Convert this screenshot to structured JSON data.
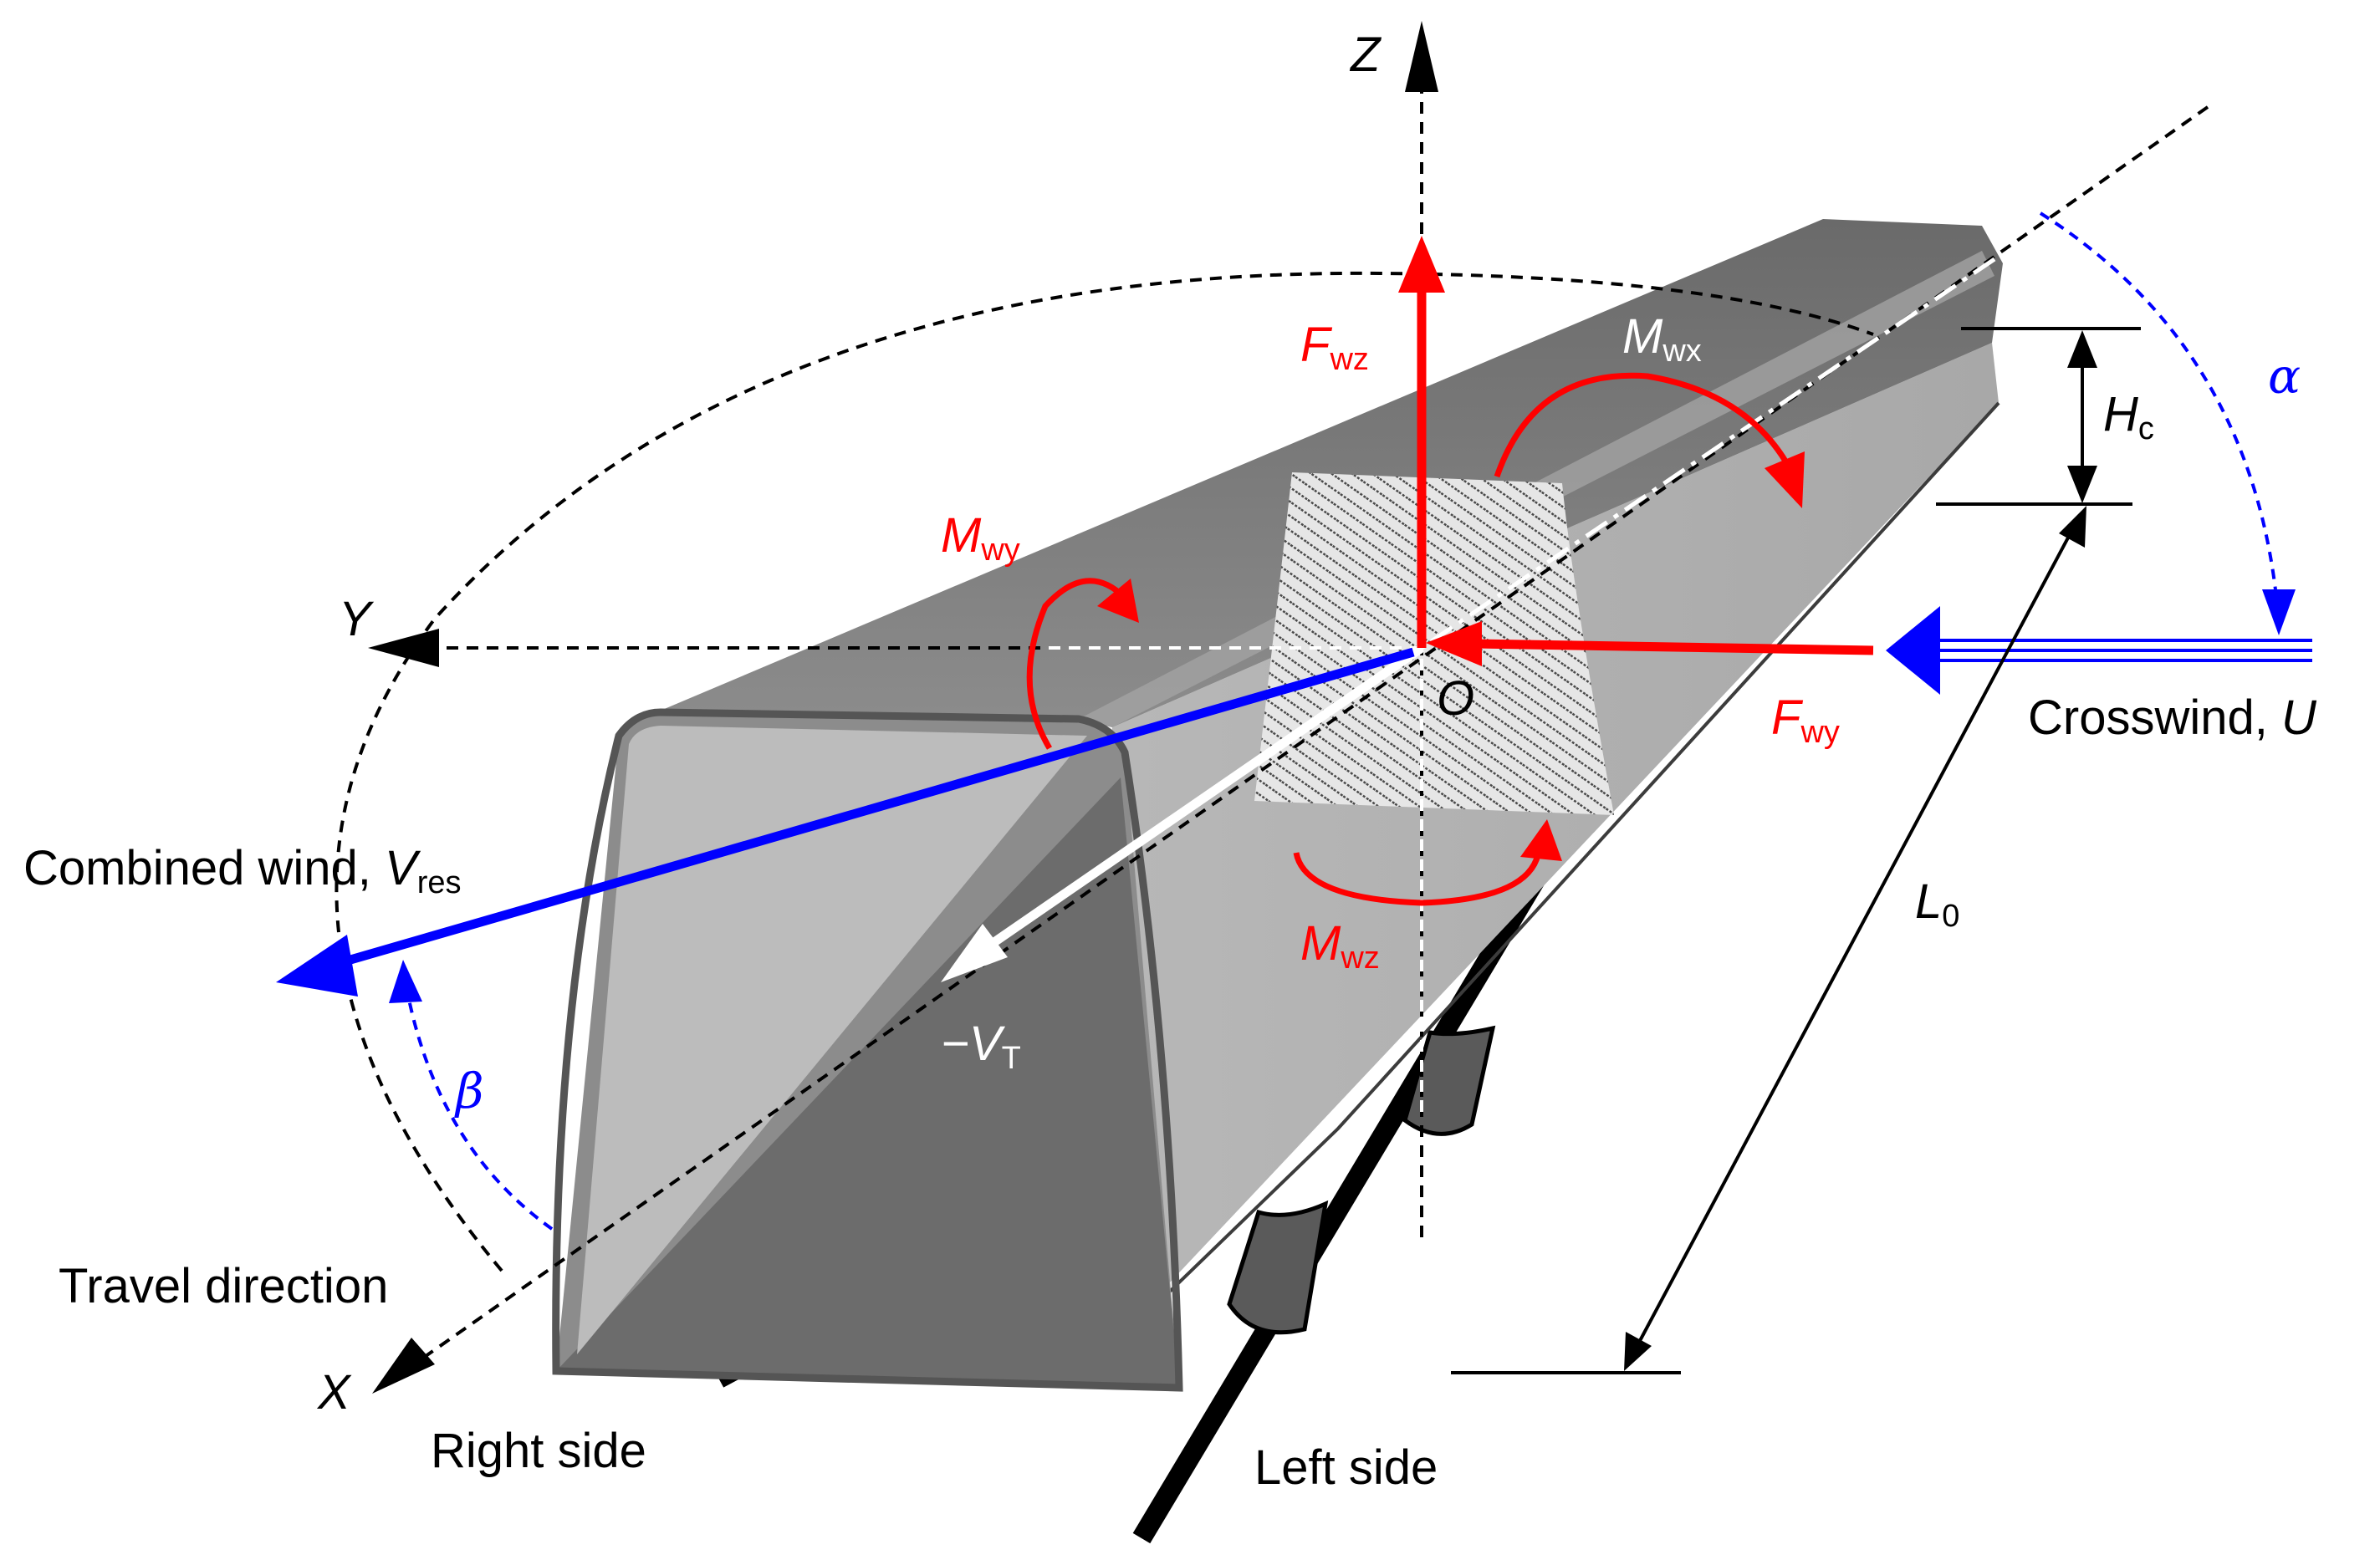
{
  "axes": {
    "x_axis": "X",
    "y_axis": "Y",
    "z_axis": "Z",
    "origin": "O"
  },
  "forces": {
    "fwz": {
      "symbol": "F",
      "subscript": "wz"
    },
    "fwy": {
      "symbol": "F",
      "subscript": "wy"
    }
  },
  "moments": {
    "mwx": {
      "symbol": "M",
      "subscript": "wx"
    },
    "mwy": {
      "symbol": "M",
      "subscript": "wy"
    },
    "mwz": {
      "symbol": "M",
      "subscript": "wz"
    }
  },
  "dimensions": {
    "hc": {
      "symbol": "H",
      "subscript": "c"
    },
    "l0": {
      "symbol": "L",
      "subscript": "0"
    }
  },
  "angles": {
    "alpha": "α",
    "beta": "β"
  },
  "winds": {
    "crosswind_text": "Crosswind, ",
    "crosswind_symbol": "U",
    "combined_text": "Combined wind, ",
    "combined_symbol": "V",
    "combined_subscript": "res"
  },
  "train_velocity": {
    "prefix": "−V",
    "subscript": "T"
  },
  "labels": {
    "travel_direction": "Travel direction",
    "right_side": "Right side",
    "left_side": "Left side"
  },
  "colors": {
    "force": "#ff0000",
    "wind": "#0000ff",
    "axis": "#000000",
    "velocity": "#ffffff",
    "body_light": "#b4b4b4",
    "body_dark": "#6e6e6e",
    "body_top": "#8a8a8a"
  }
}
